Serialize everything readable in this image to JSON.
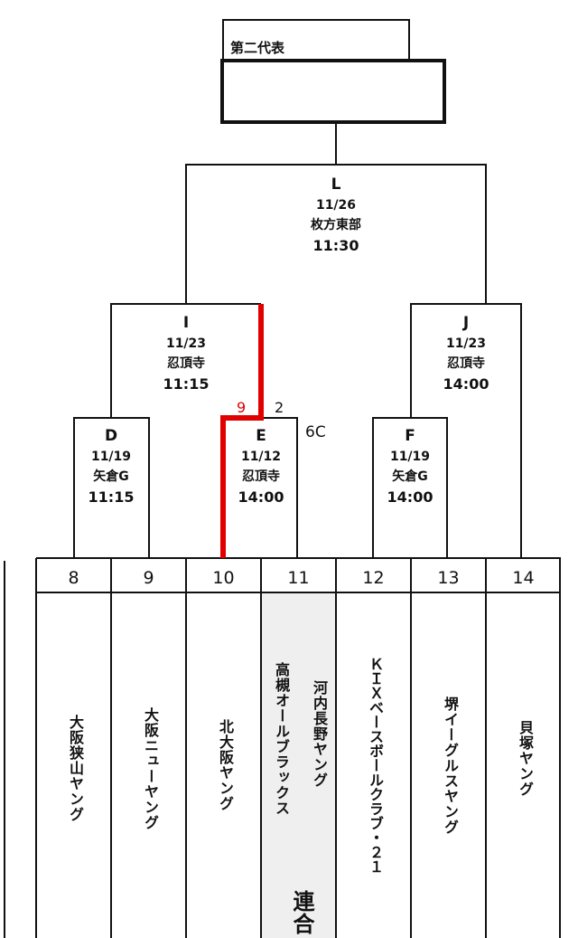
{
  "representative_label": "第二代表",
  "matches": {
    "L": {
      "code": "L",
      "date": "11/26",
      "venue": "枚方東部",
      "time": "11:30"
    },
    "I": {
      "code": "I",
      "date": "11/23",
      "venue": "忍頂寺",
      "time": "11:15"
    },
    "J": {
      "code": "J",
      "date": "11/23",
      "venue": "忍頂寺",
      "time": "14:00"
    },
    "D": {
      "code": "D",
      "date": "11/19",
      "venue": "矢倉G",
      "time": "11:15"
    },
    "E": {
      "code": "E",
      "date": "11/12",
      "venue": "忍頂寺",
      "time": "14:00"
    },
    "F": {
      "code": "F",
      "date": "11/19",
      "venue": "矢倉G",
      "time": "14:00"
    }
  },
  "scores": {
    "E_winner": "9",
    "E_loser": "2",
    "E_note": "6C"
  },
  "slots": [
    "8",
    "9",
    "10",
    "11",
    "12",
    "13",
    "14"
  ],
  "teams": [
    "大阪狭山ヤング",
    "大阪ニューヤング",
    "北大阪ヤング",
    "高槻オールブラックス",
    "河内長野ヤング",
    "ＫＩＸベースボールクラブ・２１",
    "堺イーグルスヤング",
    "貝塚ヤング"
  ],
  "joint_label": "連合",
  "colors": {
    "winner_line": "#e00000",
    "joint_bg": "#efefef"
  }
}
